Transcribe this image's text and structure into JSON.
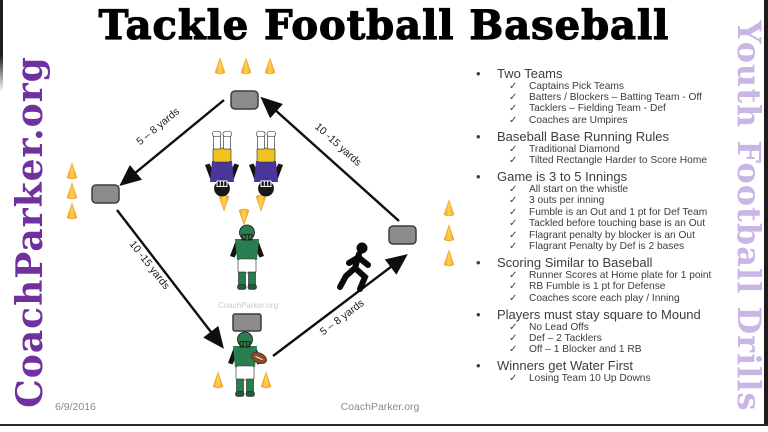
{
  "title": "Tackle Football Baseball",
  "left_sidebar": {
    "text": "CoachParker.org"
  },
  "right_sidebar": {
    "text": "Youth Football Drills"
  },
  "footer": {
    "date": "6/9/2016",
    "site": "CoachParker.org"
  },
  "icons": {
    "bullet": "•",
    "check": "✓"
  },
  "colors": {
    "accent_purple": "#7030A0",
    "lavender": "#C9B6E4",
    "title_black": "#000000",
    "text_gray": "#3d3d3d",
    "footer_gray": "#8A8A8A",
    "base_gray": "#8C8C8C",
    "cone_orange": "#F2A12E",
    "cone_yellow": "#FFD34D",
    "purple_jersey": "#4B3699",
    "yellow_pants": "#F2C21E",
    "green_jersey": "#2A7D4F",
    "football_brown": "#8B4A2B"
  },
  "diagram": {
    "watermark": "CoachParker.org",
    "labels": {
      "top_left": "5 – 8 yards",
      "top_right": "10 -15 yards",
      "bottom_left": "10 -15 yards",
      "bottom_right": "5 – 8 yards"
    }
  },
  "rules": [
    {
      "label": "Two Teams",
      "items": [
        "Captains Pick Teams",
        "Batters / Blockers – Batting Team - Off",
        "Tacklers – Fielding Team - Def",
        "Coaches are Umpires"
      ]
    },
    {
      "label": "Baseball Base Running Rules",
      "items": [
        "Traditional Diamond",
        "Tilted Rectangle Harder to Score Home"
      ]
    },
    {
      "label": "Game is 3 to 5 Innings",
      "items": [
        "All start on the whistle",
        "3 outs per inning",
        "Fumble is an Out and 1 pt for Def Team",
        "Tackled before touching base is an Out",
        "Flagrant penalty by blocker is an Out",
        "Flagrant Penalty by Def is 2 bases"
      ]
    },
    {
      "label": "Scoring Similar to Baseball",
      "items": [
        "Runner Scores at Home plate for 1 point",
        "RB Fumble is 1 pt for Defense",
        "Coaches score each play / Inning"
      ]
    },
    {
      "label": "Players must stay square to Mound",
      "items": [
        "No Lead Offs",
        "Def – 2 Tacklers",
        "Off – 1 Blocker and 1 RB"
      ]
    },
    {
      "label": "Winners get Water First",
      "items": [
        "Losing Team 10 Up Downs"
      ]
    }
  ]
}
